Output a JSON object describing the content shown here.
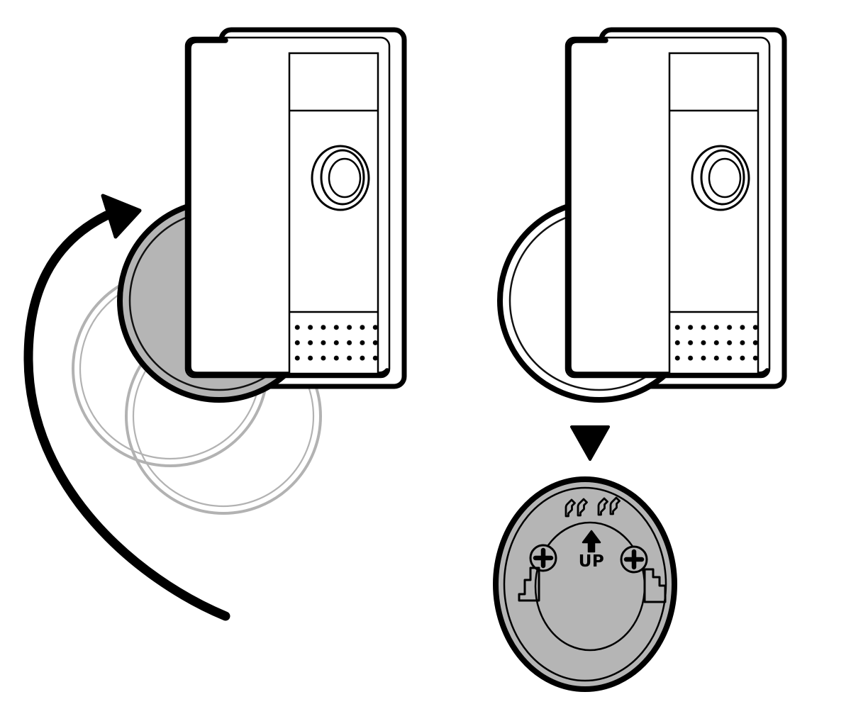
{
  "labels": {
    "up": "UP"
  },
  "colors": {
    "line": "#000000",
    "mount_gray": "#b5b5b5",
    "ghost_gray": "#b2b2b2",
    "background": "#ffffff"
  },
  "icons": {
    "rotation_arrow": "curved-rotation-arrow",
    "down_arrow": "solid-triangle-down",
    "up_arrow": "solid-arrow-up",
    "clip": "mounting-clip-hooks",
    "screw": "phillips-screw-head",
    "tab": "mounting-tab-bracket",
    "lens": "camera-lens-rings",
    "speaker": "speaker-dot-grille"
  },
  "figures": {
    "left": {
      "mount_fill": "#b5b5b5",
      "ghost_count": 2
    },
    "right": {
      "mount_fill": "#ffffff"
    }
  }
}
